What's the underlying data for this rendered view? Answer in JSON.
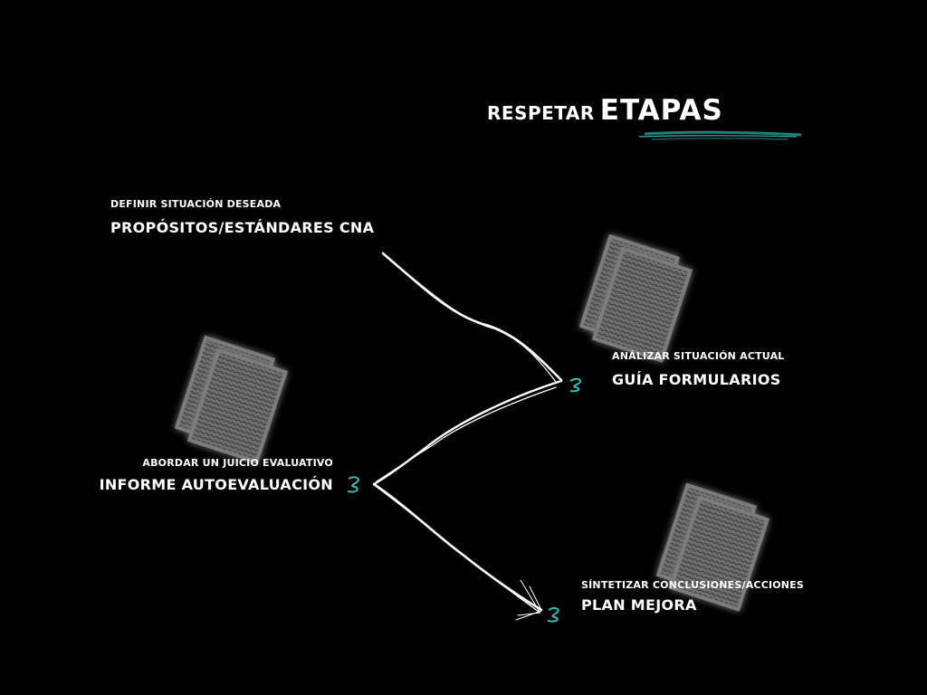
{
  "title": {
    "word1": "RESPETAR",
    "word2": "ETAPAS"
  },
  "stages": [
    {
      "sub": "DEFINIR SITUACIÓN DESEADA",
      "main": "PROPÓSITOS/ESTÁNDARES CNA"
    },
    {
      "sub": "ANÁLIZAR SITUACIÓN ACTUAL",
      "main": "GUÍA FORMULARIOS"
    },
    {
      "sub": "ABORDAR UN JUICIO EVALUATIVO",
      "main": "INFORME AUTOEVALUACIÓN"
    },
    {
      "sub": "SÍNTETIZAR CONCLUSIONES/ACCIONES",
      "main": "PLAN MEJORA"
    }
  ],
  "colors": {
    "background": "#000000",
    "text": "#ffffff",
    "accent": "#2a9d9a",
    "document": "#6e6e6e"
  },
  "icons": {
    "bullet": "teal-swirl-icon",
    "document": "document-stack-icon"
  }
}
